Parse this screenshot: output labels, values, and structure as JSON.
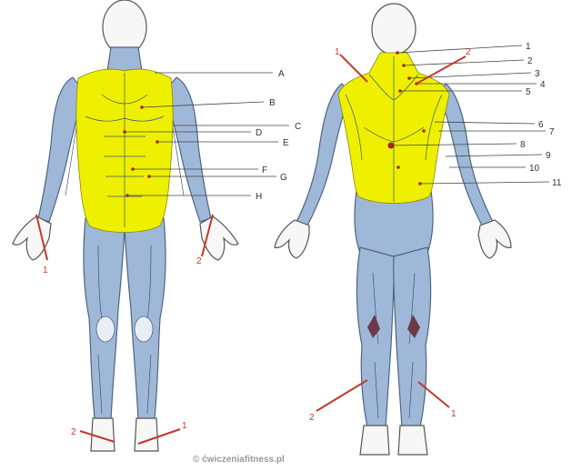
{
  "front_labels": [
    "A",
    "B",
    "C",
    "D",
    "E",
    "F",
    "G",
    "H"
  ],
  "back_labels": [
    "1",
    "2",
    "3",
    "4",
    "5",
    "6",
    "7",
    "8",
    "9",
    "10",
    "11"
  ],
  "red_markers": {
    "front_left_hand": "1",
    "front_right_hand": "2",
    "front_left_foot": "2",
    "front_right_foot": "1",
    "back_left_shoulder": "1",
    "back_right_shoulder": "2",
    "back_left_calf": "2",
    "back_right_calf": "1"
  },
  "watermark": "© ćwiczeniafitness.pl",
  "colors": {
    "highlight": "#eef000",
    "muscle": "#9fb8d8",
    "marker": "#c0392b"
  }
}
